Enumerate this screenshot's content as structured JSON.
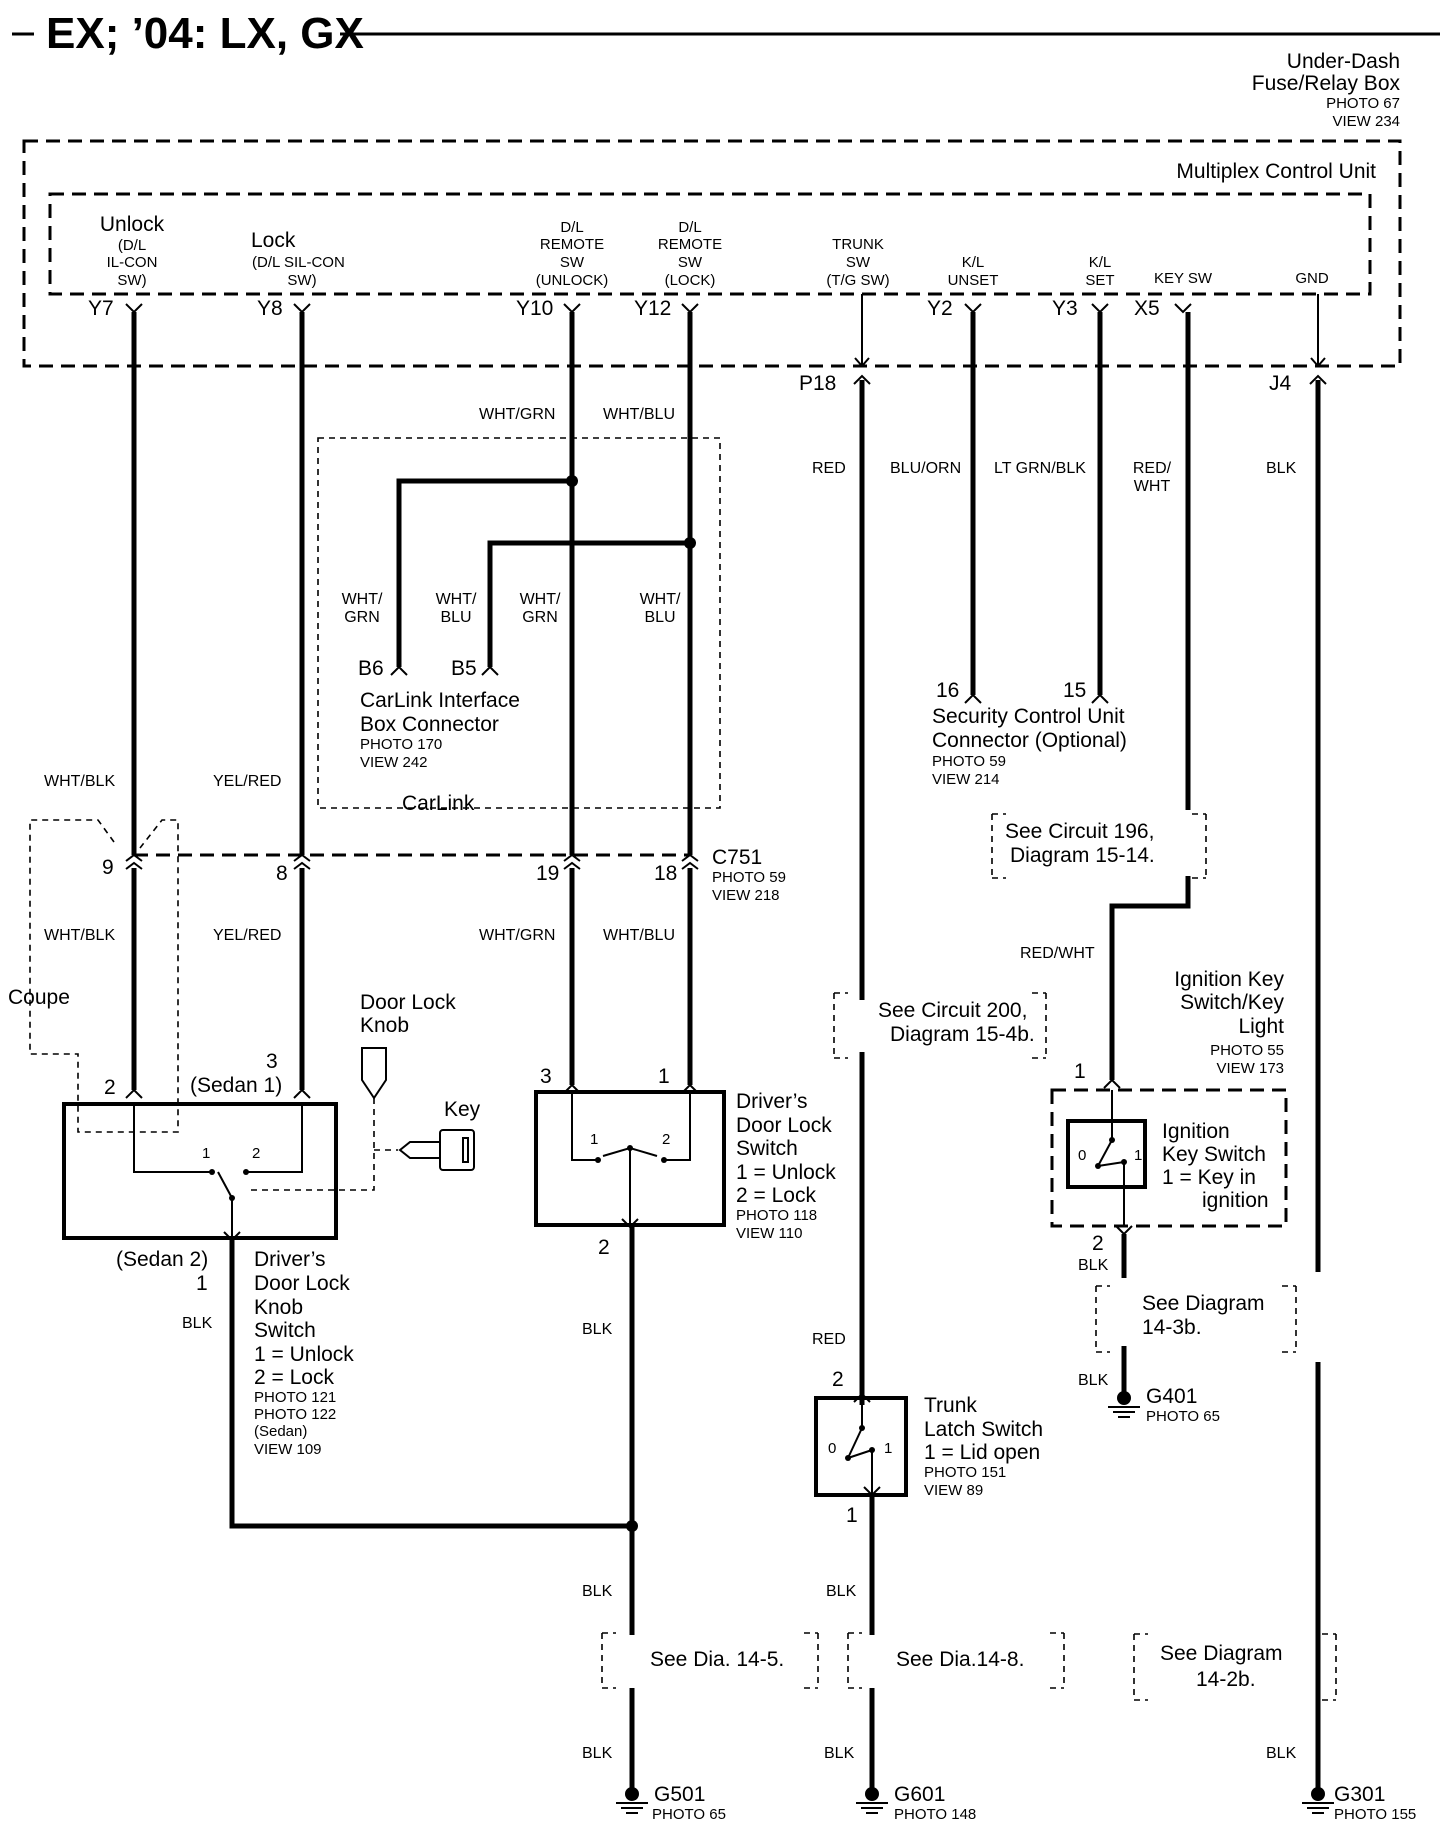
{
  "title": "EX; ’04: LX, GX",
  "fuse_box": {
    "name_1": "Under-Dash",
    "name_2": "Fuse/Relay Box",
    "photo": "PHOTO 67",
    "view": "VIEW 234"
  },
  "mcu": {
    "name": "Multiplex Control Unit"
  },
  "terminals": {
    "y7": {
      "pin": "Y7",
      "label": "Unlock",
      "sub_1": "(D/L",
      "sub_2": "IL-CON",
      "sub_3": "SW)"
    },
    "y8": {
      "pin": "Y8",
      "label": "Lock",
      "sub_1": "(D/L SIL-CON",
      "sub_2": "SW)"
    },
    "y10": {
      "pin": "Y10",
      "line_1": "D/L",
      "line_2": "REMOTE",
      "line_3": "SW",
      "line_4": "(UNLOCK)"
    },
    "y12": {
      "pin": "Y12",
      "line_1": "D/L",
      "line_2": "REMOTE",
      "line_3": "SW",
      "line_4": "(LOCK)"
    },
    "trunk": {
      "pin": "P18",
      "line_1": "TRUNK",
      "line_2": "SW",
      "line_3": "(T/G SW)"
    },
    "y2": {
      "pin": "Y2",
      "line_1": "K/L",
      "line_2": "UNSET"
    },
    "y3": {
      "pin": "Y3",
      "line_1": "K/L",
      "line_2": "SET"
    },
    "x5": {
      "pin": "X5",
      "line_1": "KEY SW"
    },
    "gnd": {
      "pin": "J4",
      "line_1": "GND"
    }
  },
  "wires": {
    "wht_grn": "WHT/GRN",
    "wht_blu": "WHT/BLU",
    "red": "RED",
    "blu_orn": "BLU/ORN",
    "lt_grn_blk": "LT GRN/BLK",
    "red_wht_1": "RED/",
    "red_wht_2": "WHT",
    "blk": "BLK",
    "wht_blk": "WHT/BLK",
    "yel_red": "YEL/RED",
    "red_wht": "RED/WHT",
    "wht_slash": "WHT/",
    "grn": "GRN",
    "blu": "BLU"
  },
  "carlink": {
    "pin_b6": "B6",
    "pin_b5": "B5",
    "name_1": "CarLink Interface",
    "name_2": "Box Connector",
    "photo": "PHOTO 170",
    "view": "VIEW 242",
    "label": "CarLink"
  },
  "security": {
    "pin_16": "16",
    "pin_15": "15",
    "name_1": "Security Control Unit",
    "name_2": "Connector (Optional)",
    "photo": "PHOTO 59",
    "view": "VIEW 214"
  },
  "c751": {
    "name": "C751",
    "photo": "PHOTO 59",
    "view": "VIEW 218",
    "pin_9": "9",
    "pin_8": "8",
    "pin_19": "19",
    "pin_18": "18"
  },
  "coupe": "Coupe",
  "refs": {
    "circuit196_1": "See Circuit 196,",
    "circuit196_2": "Diagram 15-14.",
    "circuit200_1": "See Circuit 200,",
    "circuit200_2": "Diagram 15-4b.",
    "diag143b_1": "See Diagram",
    "diag143b_2": "14-3b.",
    "dia145": "See Dia. 14-5.",
    "dia148": "See Dia.14-8.",
    "diag142b_1": "See Diagram",
    "diag142b_2": "14-2b."
  },
  "knob_switch": {
    "pin_2": "2",
    "pin_3": "3",
    "sedan_1": "(Sedan 1)",
    "sedan_2": "(Sedan 2)",
    "pin_1": "1",
    "contact_1": "1",
    "contact_2": "2",
    "name_1": "Driver’s",
    "name_2": "Door Lock",
    "name_3": "Knob",
    "name_4": "Switch",
    "legend_1": "1 = Unlock",
    "legend_2": "2 = Lock",
    "photo_1": "PHOTO 121",
    "photo_2": "PHOTO 122",
    "sedan_note": "(Sedan)",
    "view": "VIEW 109"
  },
  "knob": {
    "label_1": "Door Lock",
    "label_2": "Knob",
    "key_label": "Key"
  },
  "door_switch": {
    "pin_3": "3",
    "pin_1": "1",
    "pin_2": "2",
    "contact_1": "1",
    "contact_2": "2",
    "name_1": "Driver’s",
    "name_2": "Door Lock",
    "name_3": "Switch",
    "legend_1": "1 = Unlock",
    "legend_2": "2 = Lock",
    "photo": "PHOTO 118",
    "view": "VIEW 110"
  },
  "ignition": {
    "title_1": "Ignition Key",
    "title_2": "Switch/Key",
    "title_3": "Light",
    "photo": "PHOTO 55",
    "view": "VIEW 173",
    "pin_1": "1",
    "pin_2": "2",
    "contact_0": "0",
    "contact_1": "1",
    "name_1": "Ignition",
    "name_2": "Key Switch",
    "legend_1": "1 = Key in",
    "legend_2": "ignition"
  },
  "trunk_switch": {
    "pin_2": "2",
    "pin_1": "1",
    "contact_0": "0",
    "contact_1": "1",
    "name_1": "Trunk",
    "name_2": "Latch Switch",
    "legend": "1 = Lid open",
    "photo": "PHOTO 151",
    "view": "VIEW 89"
  },
  "grounds": {
    "g501": {
      "name": "G501",
      "photo": "PHOTO 65"
    },
    "g601": {
      "name": "G601",
      "photo": "PHOTO 148"
    },
    "g301": {
      "name": "G301",
      "photo": "PHOTO 155"
    },
    "g401": {
      "name": "G401",
      "photo": "PHOTO 65"
    }
  }
}
